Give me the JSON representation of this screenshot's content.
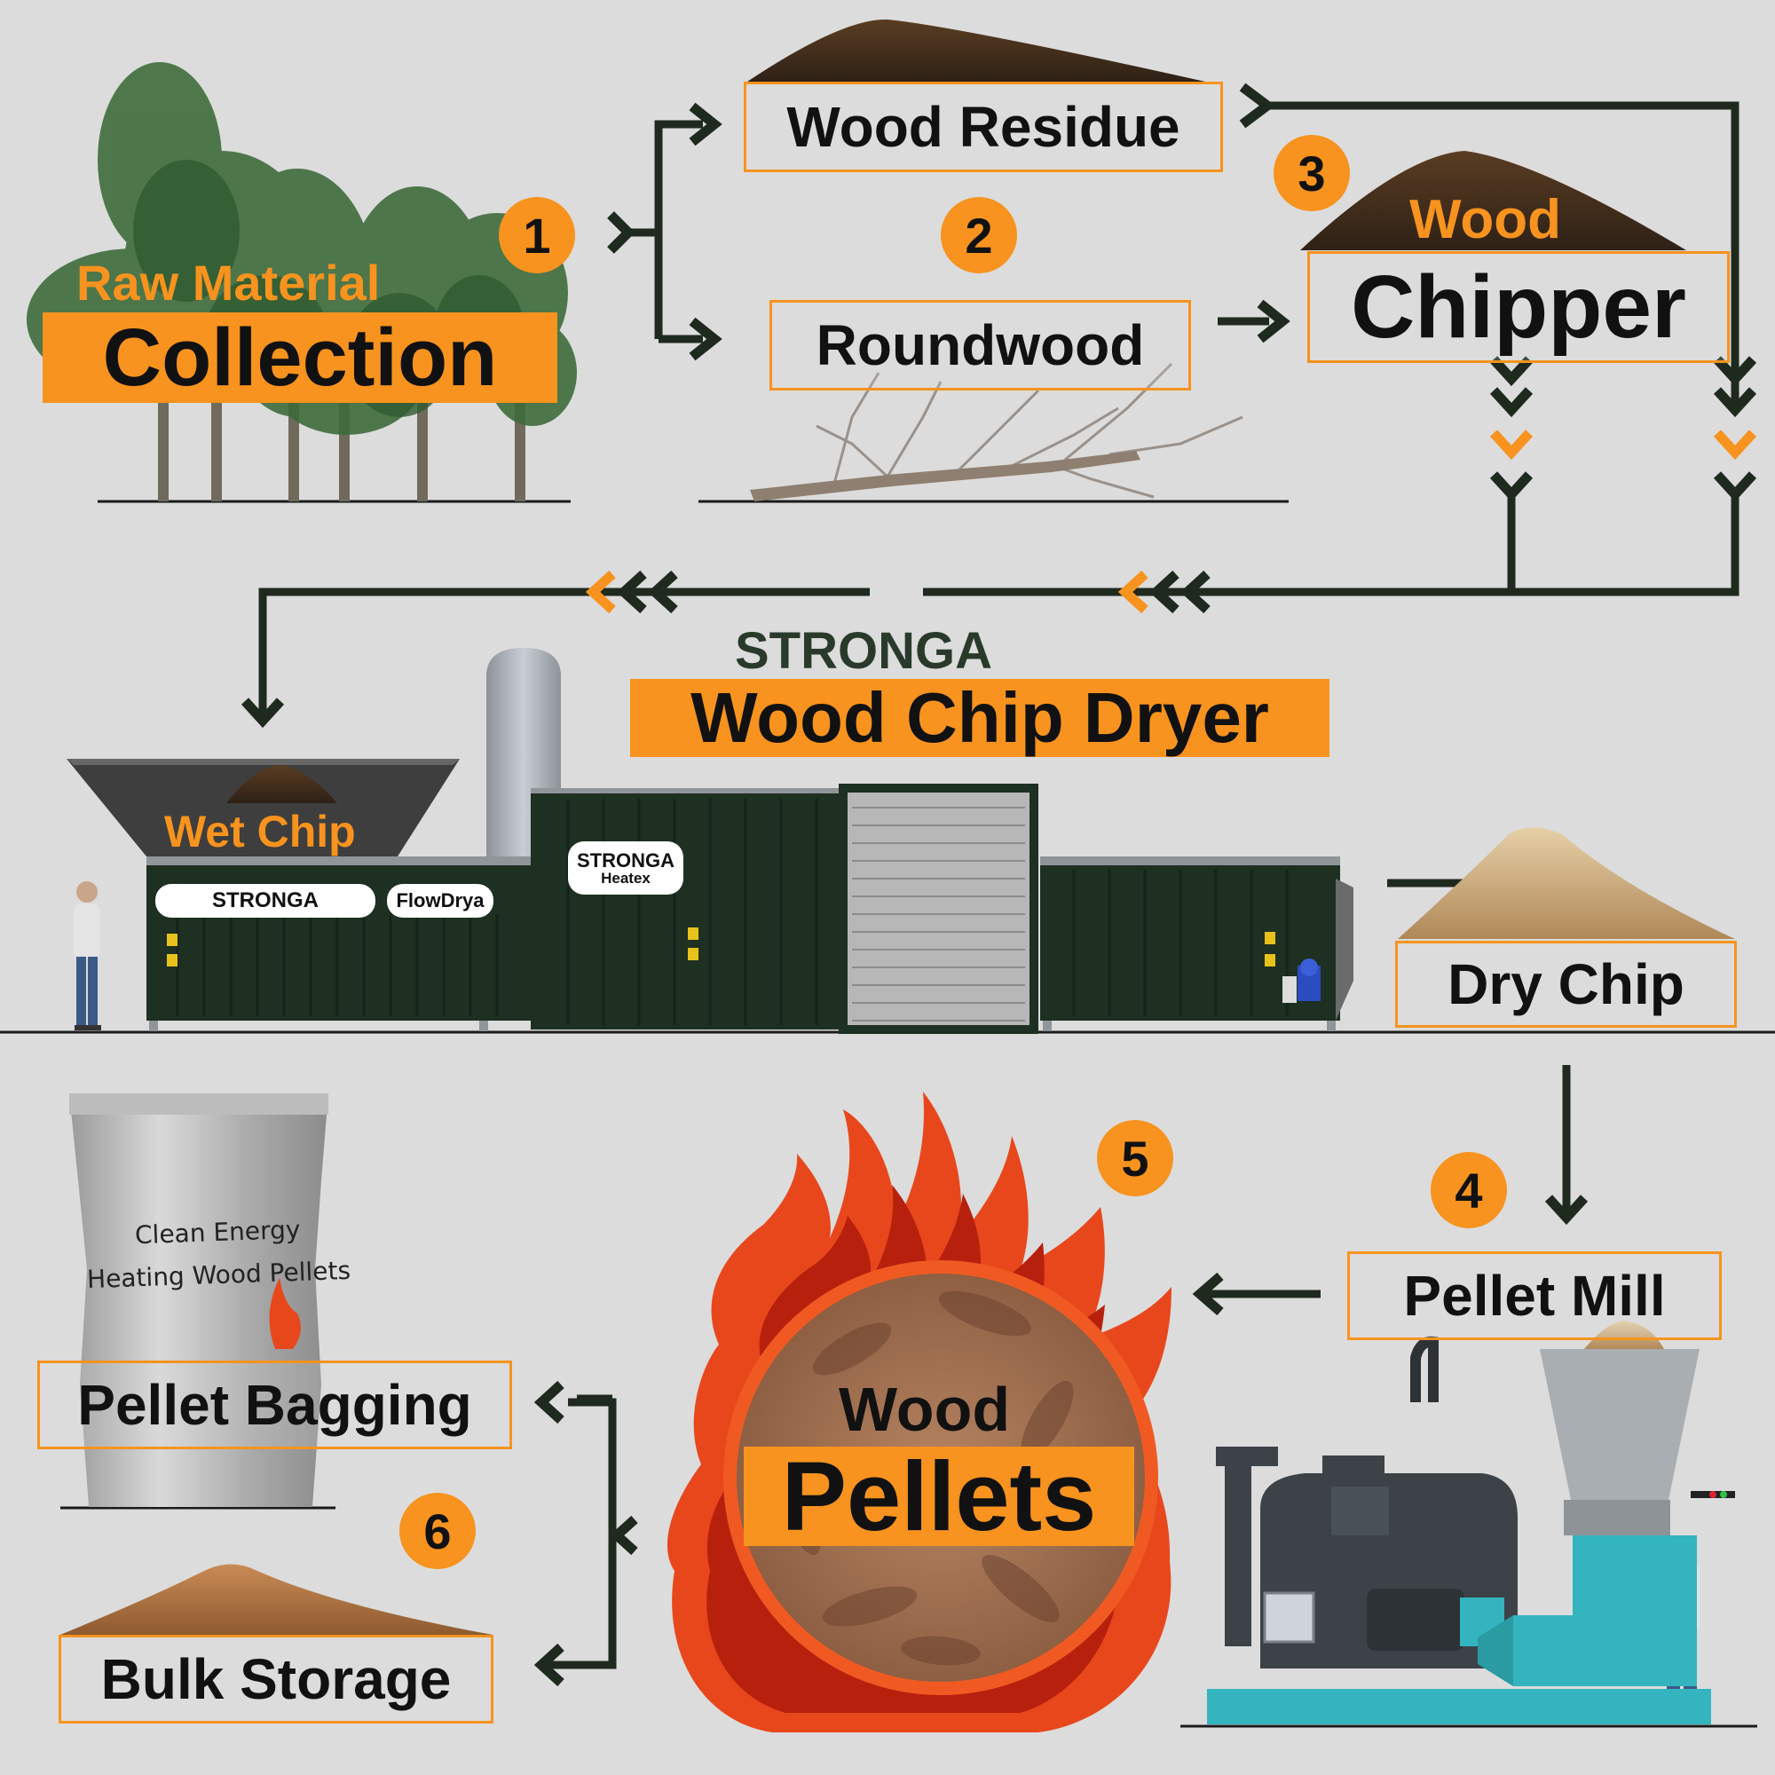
{
  "steps": {
    "collection": {
      "kicker": "Raw Material",
      "title": "Collection",
      "number": "1"
    },
    "wood_residue": {
      "label": "Wood Residue"
    },
    "roundwood": {
      "label": "Roundwood",
      "number": "2"
    },
    "chipper": {
      "kicker": "Wood",
      "title": "Chipper",
      "number": "3"
    },
    "dryer": {
      "brand": "STRONGA",
      "title": "Wood Chip Dryer",
      "wet_label": "Wet Chip",
      "dry_label": "Dry Chip",
      "sign_left": "STRONGA",
      "sign_right": "FlowDrya",
      "sign_heatex_top": "STRONGA",
      "sign_heatex_bottom": "Heatex"
    },
    "pellet_mill": {
      "label": "Pellet Mill",
      "number": "4"
    },
    "pellets": {
      "kicker": "Wood",
      "title": "Pellets",
      "number": "5"
    },
    "bagging": {
      "label": "Pellet Bagging",
      "bag_line1": "Clean Energy",
      "bag_line2": "Heating Wood Pellets"
    },
    "bulk": {
      "label": "Bulk Storage",
      "number": "6"
    }
  },
  "colors": {
    "accent": "#f7931e",
    "flow": "#1f2a1f",
    "background": "#dcdcdc",
    "container": "#1d3021",
    "fire_outer": "#e8471c",
    "fire_inner": "#b8200e",
    "mill_teal": "#33b4be"
  },
  "icons": [
    "tree-icon",
    "chip-pile-icon",
    "log-icon",
    "flame-icon",
    "bag-icon",
    "person-icon",
    "pellet-mill-icon"
  ]
}
